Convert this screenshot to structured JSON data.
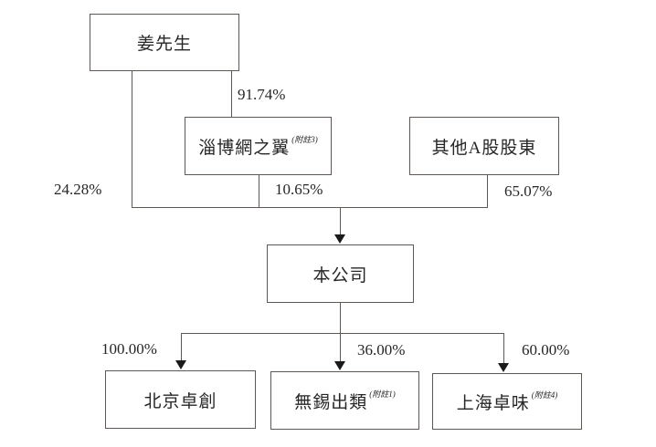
{
  "nodes": {
    "jiang": {
      "label": "姜先生"
    },
    "zibo": {
      "label": "淄博網之翼",
      "note": "(附註3)"
    },
    "other_a_shareholders": {
      "label": "其他A股股東"
    },
    "company": {
      "label": "本公司"
    },
    "beijing_zhuochuang": {
      "label": "北京卓創"
    },
    "wuxi_chulei": {
      "label": "無錫出類",
      "note": "(附註1)"
    },
    "shanghai_zhuowei": {
      "label": "上海卓味",
      "note": "(附註4)"
    }
  },
  "edges": {
    "jiang_to_zibo_pct": "91.74%",
    "jiang_to_company_pct": "24.28%",
    "zibo_to_company_pct": "10.65%",
    "other_to_company_pct": "65.07%",
    "company_to_beijing_pct": "100.00%",
    "company_to_wuxi_pct": "36.00%",
    "company_to_shanghai_pct": "60.00%"
  },
  "colors": {
    "line": "#5d5853",
    "arrow": "#1a1a1a",
    "text": "#262626",
    "background": "#ffffff"
  }
}
